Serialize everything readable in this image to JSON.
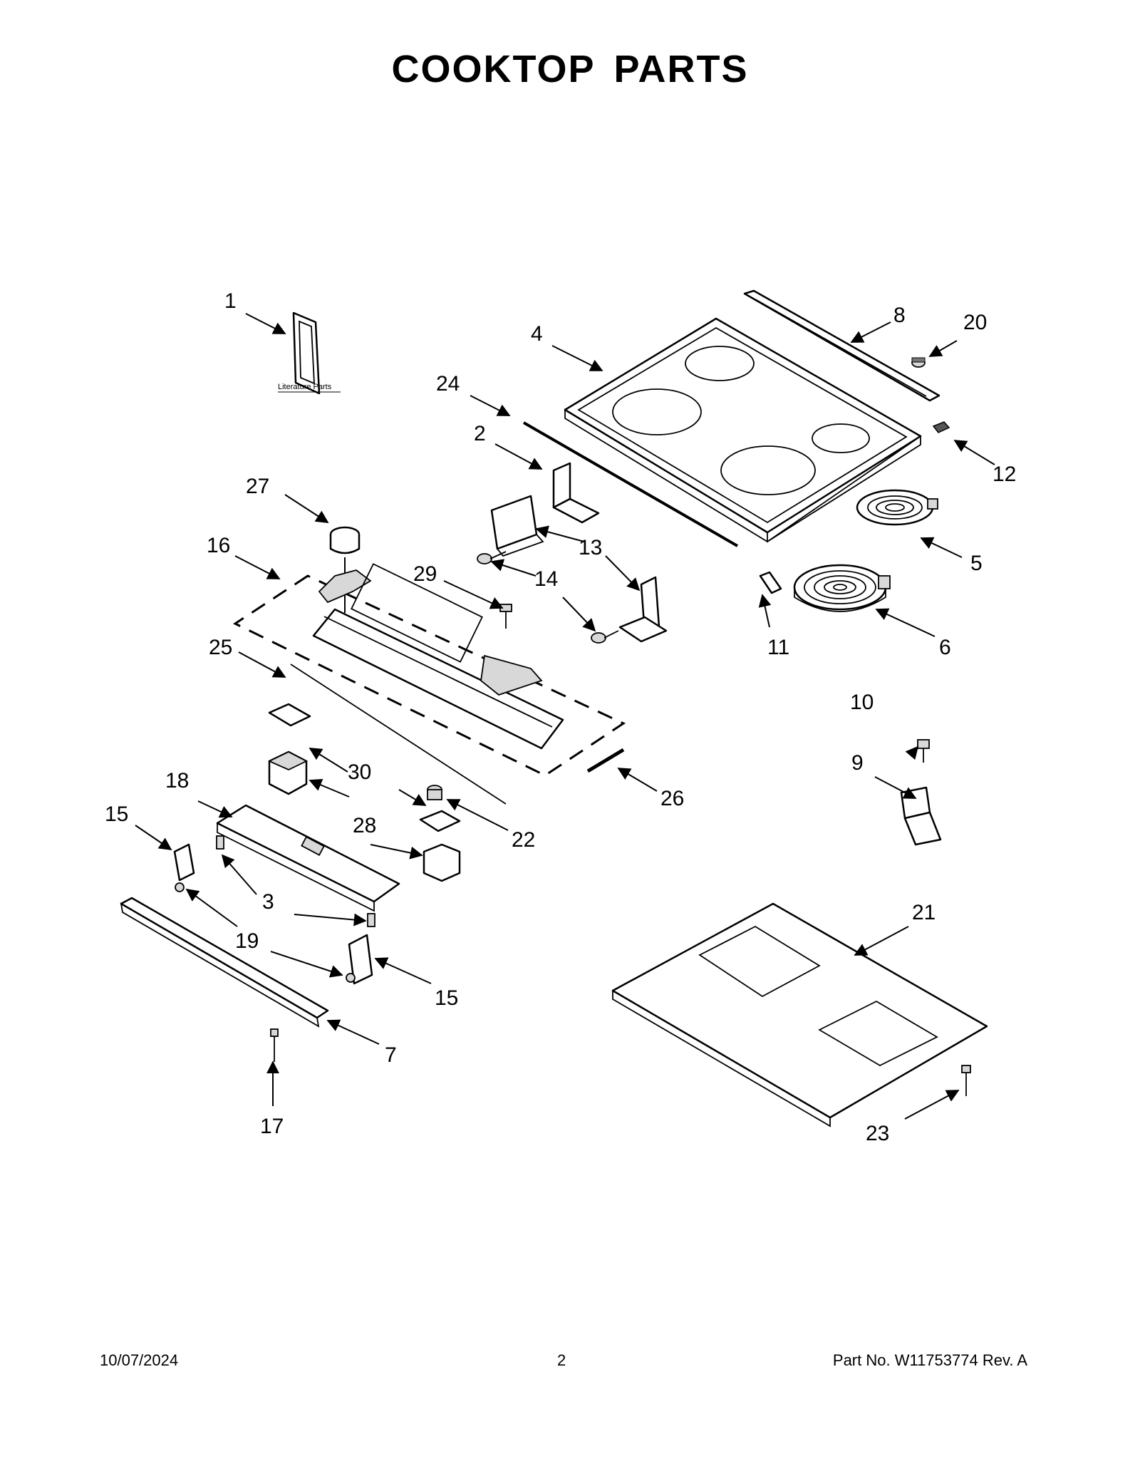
{
  "page": {
    "title": "COOKTOP  PARTS",
    "footer": {
      "date": "10/07/2024",
      "page_number": "2",
      "part_no": "Part No.  W11753774  Rev.  A"
    }
  },
  "literature_label": "Literature Parts",
  "callouts": [
    "1",
    "2",
    "3",
    "4",
    "5",
    "6",
    "7",
    "8",
    "9",
    "10",
    "11",
    "12",
    "13",
    "14",
    "15",
    "15",
    "16",
    "17",
    "18",
    "19",
    "19",
    "20",
    "21",
    "22",
    "23",
    "24",
    "25",
    "26",
    "27",
    "28",
    "29",
    "30"
  ]
}
